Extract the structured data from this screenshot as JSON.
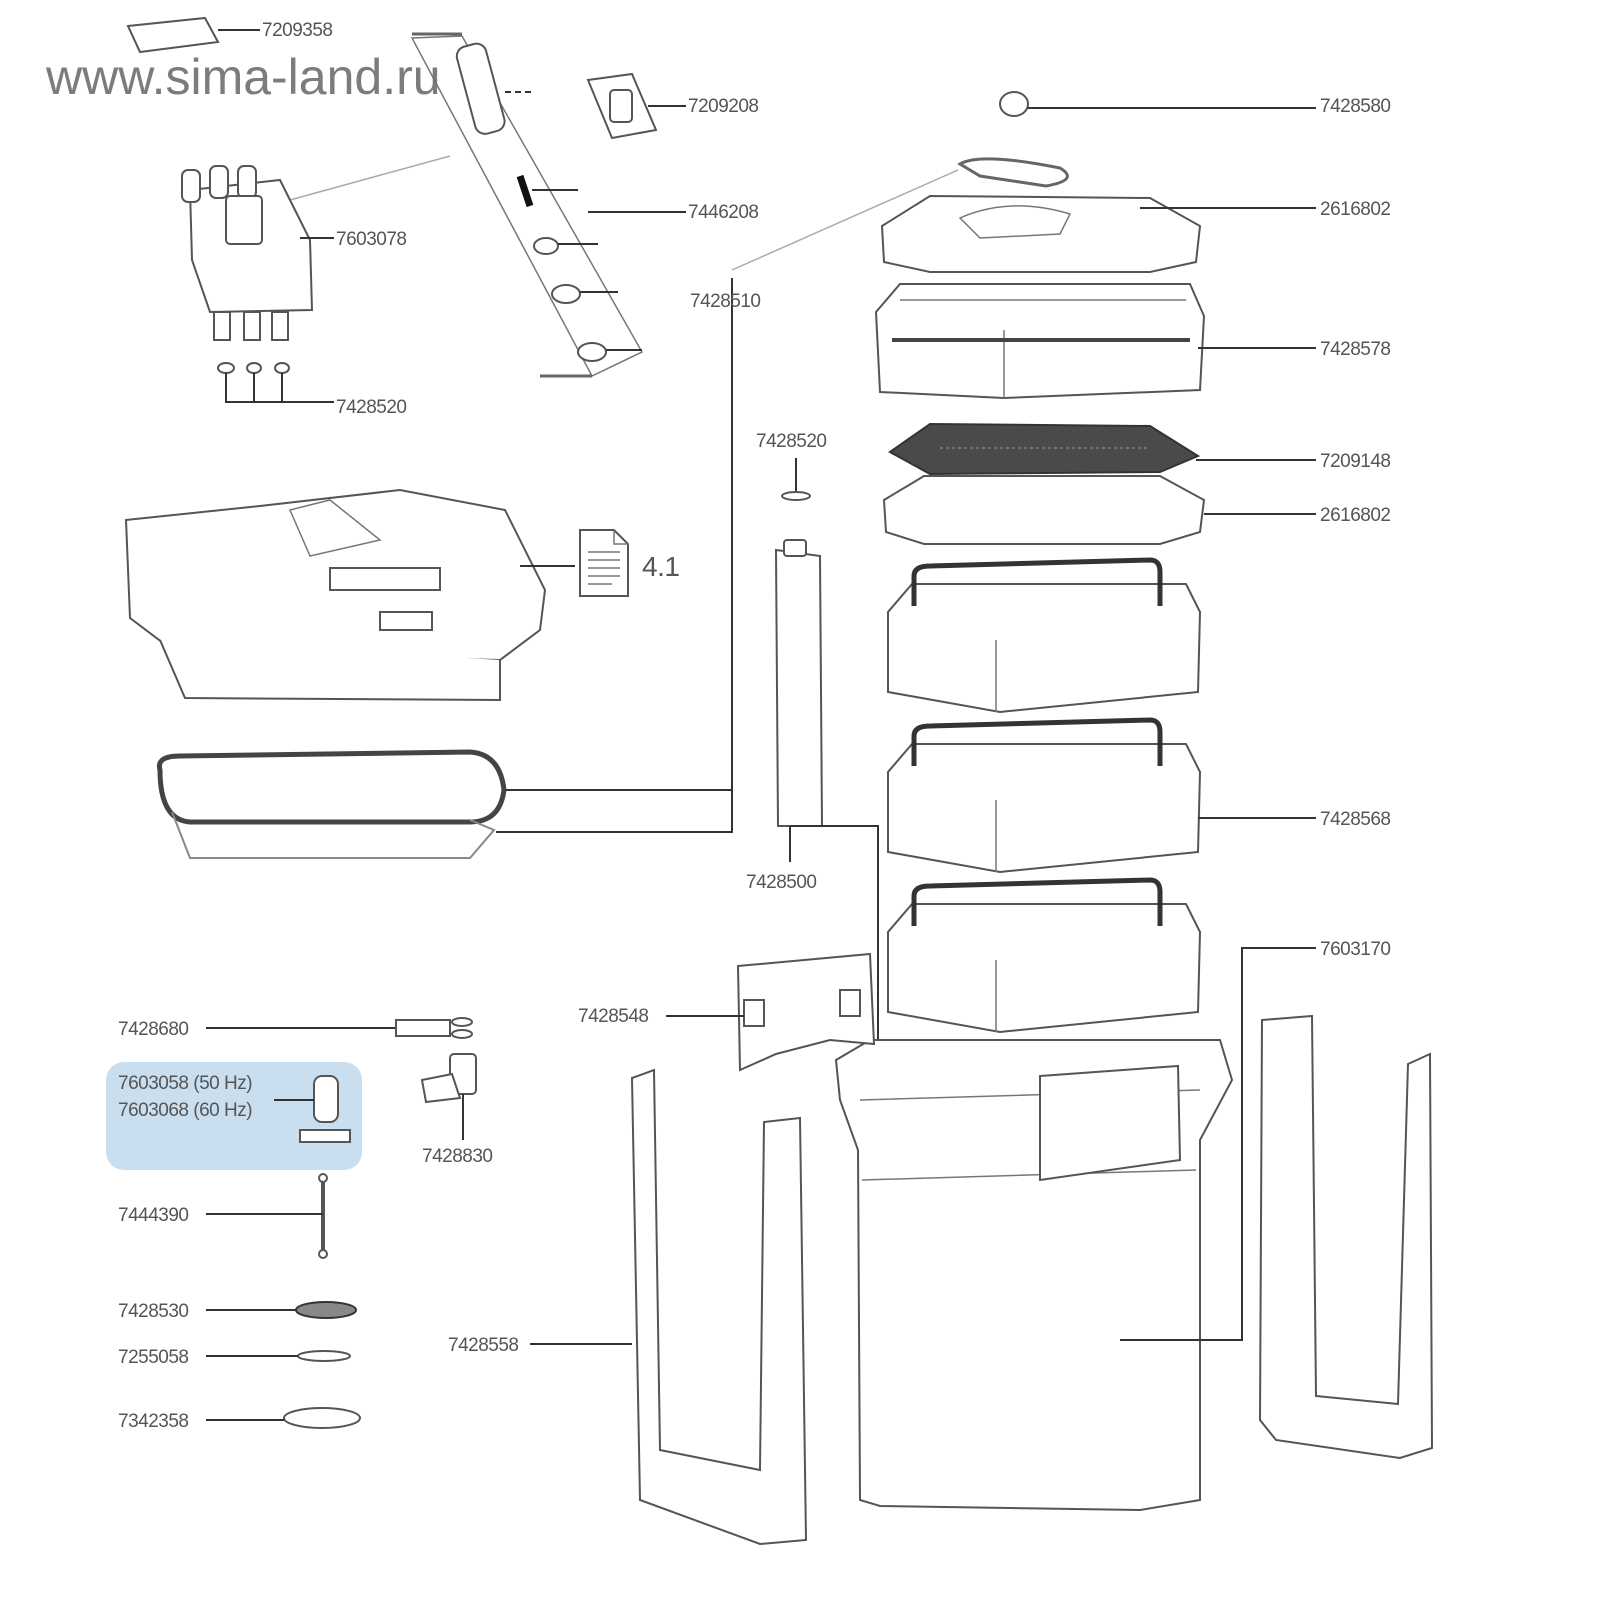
{
  "watermark": "www.sima-land.ru",
  "colors": {
    "highlight_box": "#c9dff0",
    "line": "#333333",
    "text": "#555555"
  },
  "labels": {
    "p7209358": "7209358",
    "p7209208": "7209208",
    "p7446208": "7446208",
    "p7603078": "7603078",
    "p7428510": "7428510",
    "p7428520_top": "7428520",
    "p7428580": "7428580",
    "p2616802_lid": "2616802",
    "p7428578": "7428578",
    "p7428520_mid": "7428520",
    "p7209148": "7209148",
    "p2616802_pad": "2616802",
    "doc_ref": "4.1",
    "p7428568": "7428568",
    "p7428500": "7428500",
    "p7603170": "7603170",
    "p7428548": "7428548",
    "p7428680": "7428680",
    "p7603058": "7603058 (50 Hz)",
    "p7603068": "7603068 (60 Hz)",
    "p7428830": "7428830",
    "p7444390": "7444390",
    "p7428530": "7428530",
    "p7255058": "7255058",
    "p7428558": "7428558",
    "p7342358": "7342358"
  },
  "icons": {
    "document": "document-icon"
  }
}
